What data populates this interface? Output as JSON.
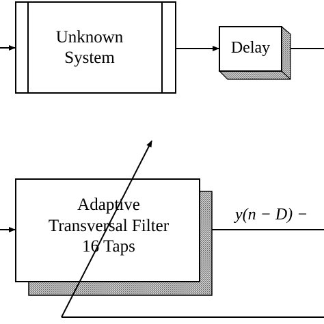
{
  "blocks": {
    "unknown_system": {
      "line1": "Unknown",
      "line2": "System"
    },
    "delay": {
      "label": "Delay"
    },
    "adaptive_filter": {
      "line1": "Adaptive",
      "line2": "Transversal Filter",
      "line3": "16 Taps"
    }
  },
  "signals": {
    "output_label": "y(n − D)  −"
  },
  "colors": {
    "stroke": "#000000",
    "shadow_fill": "#a8a8a8",
    "background": "#ffffff"
  }
}
